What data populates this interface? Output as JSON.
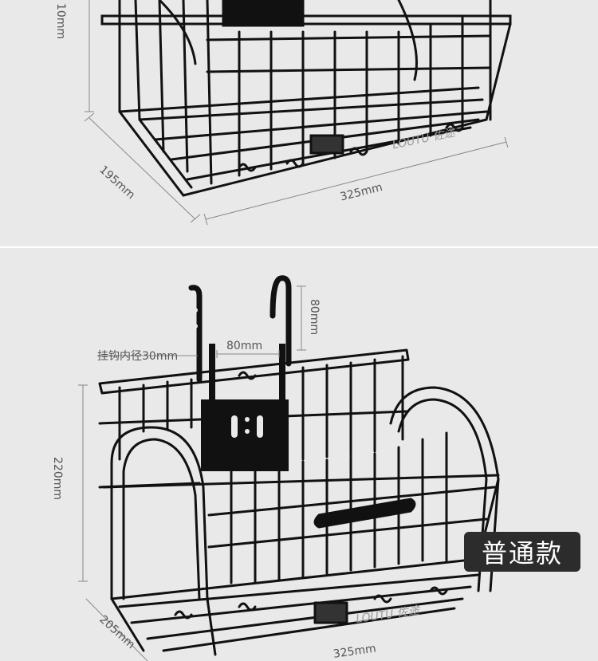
{
  "top_panel": {
    "height_label": "10mm",
    "depth_label": "195mm",
    "width_label": "325mm",
    "watermark": "LOUTU 佐途"
  },
  "bottom_panel": {
    "badge_label": "普通款",
    "hook_height_label": "80mm",
    "hook_spacing_label": "80mm",
    "hook_inner_diameter_label": "挂钩内径30mm",
    "height_label": "220mm",
    "depth_label": "205mm",
    "width_label": "325mm",
    "watermark": "LOUTU 佐途"
  },
  "colors": {
    "background": "#e9e9e9",
    "divider": "#ffffff",
    "badge": "#2c2c2c",
    "wire": "#111111"
  }
}
